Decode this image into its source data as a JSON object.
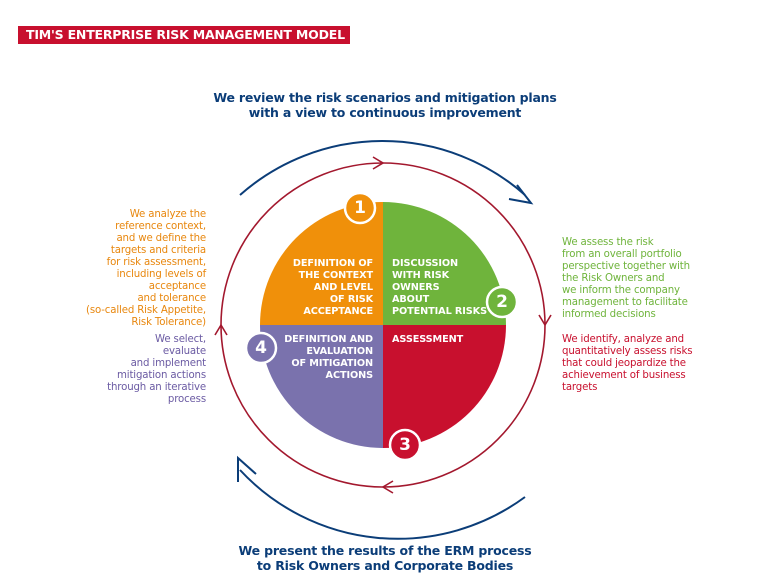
{
  "title": "TIM'S ENTERPRISE RISK MANAGEMENT MODEL",
  "top_heading": [
    "We review the risk scenarios and mitigation plans",
    "with a view to continuous improvement"
  ],
  "bottom_heading": [
    "We present the results of the ERM process",
    "to Risk Owners and Corporate Bodies"
  ],
  "colors": {
    "title_bg": "#c8102e",
    "navy": "#0b3d78",
    "orange": "#f0900a",
    "green": "#6fb43c",
    "red": "#c8102e",
    "purple": "#7a72ad",
    "ring": "#a3182e"
  },
  "quadrants": [
    {
      "number": "1",
      "color": "orange",
      "lines": [
        "DEFINITION OF",
        "THE CONTEXT",
        "AND LEVEL",
        "OF RISK",
        "ACCEPTANCE"
      ]
    },
    {
      "number": "2",
      "color": "green",
      "lines": [
        "DISCUSSION",
        "WITH RISK",
        "OWNERS",
        "ABOUT",
        "POTENTIAL RISKS"
      ]
    },
    {
      "number": "3",
      "color": "red",
      "lines": [
        "ASSESSMENT"
      ]
    },
    {
      "number": "4",
      "color": "purple",
      "lines": [
        "DEFINITION AND",
        "EVALUATION",
        "OF MITIGATION",
        "ACTIONS"
      ]
    }
  ],
  "side_texts": {
    "orange": [
      "We analyze the",
      "reference context,",
      "and we define the",
      "targets and criteria",
      "for risk assessment,",
      "including levels of",
      "acceptance",
      "and tolerance",
      "(so-called Risk Appetite,",
      "Risk Tolerance)"
    ],
    "purple": [
      "We select,",
      "evaluate",
      "and implement",
      "mitigation actions",
      "through an iterative",
      "process"
    ],
    "green": [
      "We assess the risk",
      "from an overall portfolio",
      "perspective together with",
      "the Risk Owners and",
      "we inform the company",
      "management to facilitate",
      "informed decisions"
    ],
    "red": [
      "We identify, analyze and",
      "quantitatively assess risks",
      "that could jeopardize the",
      "achievement of business",
      "targets"
    ]
  }
}
